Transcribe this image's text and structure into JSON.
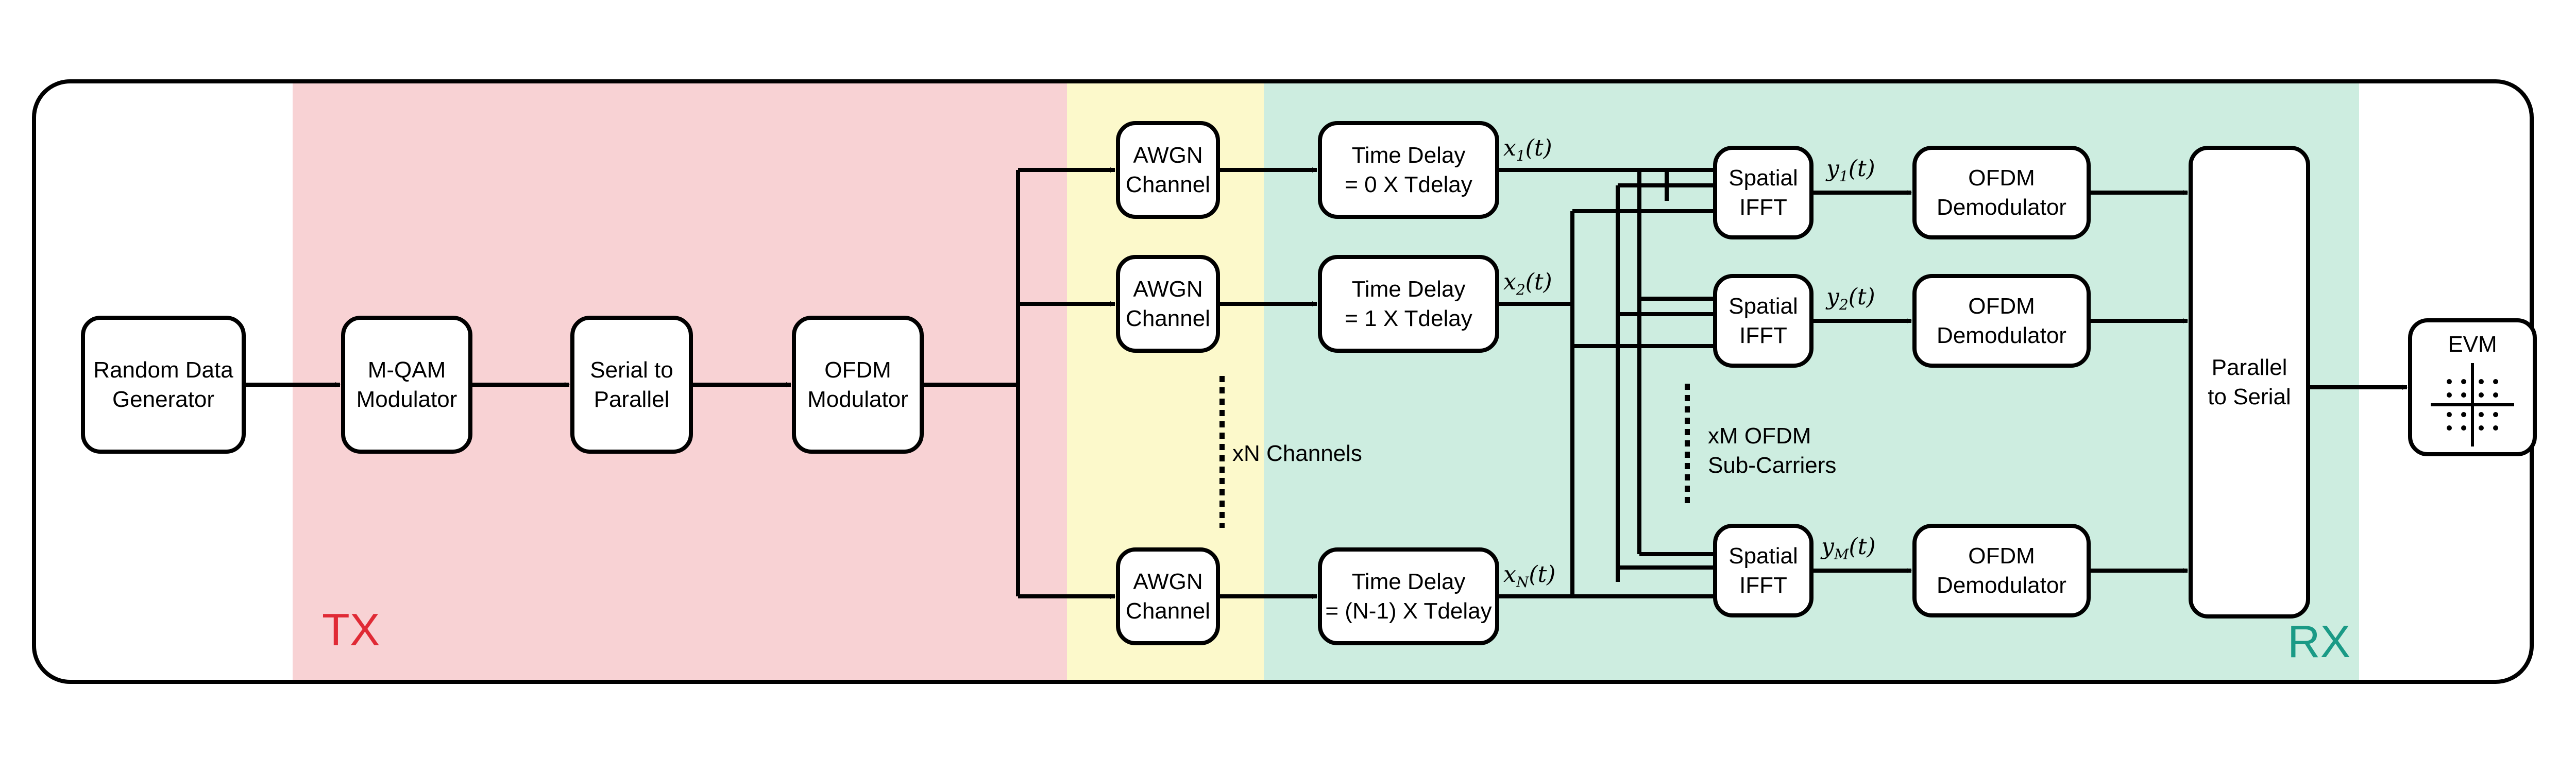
{
  "regions": {
    "tx": {
      "label": "TX",
      "color": "#f8d2d4",
      "label_color": "#e02a35"
    },
    "channel": {
      "color": "#fcf9cb"
    },
    "rx": {
      "label": "RX",
      "color": "#cdede0",
      "label_color": "#1a9a86"
    }
  },
  "blocks": {
    "random_data_generator": "Random Data\nGenerator",
    "mqam_modulator": "M-QAM\nModulator",
    "serial_to_parallel": "Serial to\nParallel",
    "ofdm_modulator": "OFDM\nModulator",
    "awgn_channel_1": "AWGN\nChannel",
    "awgn_channel_2": "AWGN\nChannel",
    "awgn_channel_n": "AWGN\nChannel",
    "time_delay_1": "Time Delay\n= 0 X Tdelay",
    "time_delay_2": "Time Delay\n= 1 X Tdelay",
    "time_delay_n": "Time Delay\n= (N-1) X Tdelay",
    "spatial_ifft_1": "Spatial\nIFFT",
    "spatial_ifft_2": "Spatial\nIFFT",
    "spatial_ifft_m": "Spatial\nIFFT",
    "ofdm_demodulator_1": "OFDM\nDemodulator",
    "ofdm_demodulator_2": "OFDM\nDemodulator",
    "ofdm_demodulator_m": "OFDM\nDemodulator",
    "parallel_to_serial": "Parallel\nto Serial",
    "evm": "EVM"
  },
  "notes": {
    "channels": "xN Channels",
    "subcarriers": "xM OFDM\nSub-Carriers"
  },
  "signals": {
    "x1": {
      "base": "x",
      "sub": "1",
      "arg": "(t)"
    },
    "x2": {
      "base": "x",
      "sub": "2",
      "arg": "(t)"
    },
    "xn": {
      "base": "x",
      "sub": "N",
      "arg": "(t)"
    },
    "y1": {
      "base": "y",
      "sub": "1",
      "arg": "(t)"
    },
    "y2": {
      "base": "y",
      "sub": "2",
      "arg": "(t)"
    },
    "ym": {
      "base": "y",
      "sub": "M",
      "arg": "(t)"
    }
  }
}
